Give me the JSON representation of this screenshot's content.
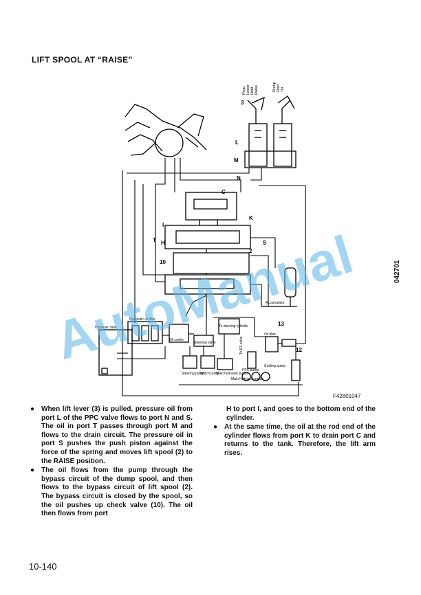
{
  "page": {
    "title": "LIFT SPOOL AT “RAISE”",
    "page_number": "10-140",
    "side_code": "042701",
    "figure_code": "F42801047",
    "watermark": "AutoManual"
  },
  "diagram": {
    "callouts": {
      "lever_3": "3",
      "L": "L",
      "M": "M",
      "N": "N",
      "C": "C",
      "K": "K",
      "T": "T",
      "H": "H",
      "I": "I",
      "S": "S",
      "spool_2": "2",
      "valve_10": "10",
      "n13": "13",
      "n12": "12"
    },
    "lever_positions_left": [
      "Float",
      "Lower",
      "Hold",
      "Raise"
    ],
    "lever_positions_right": [
      "Dump",
      "Hold",
      "Tilt"
    ],
    "labels": {
      "accumulator": "Accumulator",
      "hydraulic_tank": "Hydraulic tank",
      "hydraulic_oil_filter": "Hydraulic oil filter",
      "oil_cooler": "Oil cooler",
      "oil_filter": "Oil filter",
      "steering_valve": "Steering valve",
      "to_steering_cylinder": "To steering cylinder",
      "to_es_valve": "To ES valve",
      "ppc_pump": "PPC pump",
      "cooling_pump": "Cooling pump",
      "steering_pump": "Steering pump",
      "switch_pump": "Switch pump",
      "main_hydraulic_pump": "Main hydraulic pump",
      "main_hydraulic_pump_2": "Main hydraulic pump"
    }
  },
  "text": {
    "left": [
      {
        "bullet": "●",
        "text": "When lift lever (3) is pulled, pressure oil from port L of the PPC valve flows to port N and S. The oil in port T passes through port M and flows to the drain circuit. The pressure oil in port S pushes the push piston against the force of the spring and moves lift spool (2) to the RAISE position."
      },
      {
        "bullet": "●",
        "text": "The oil flows from the pump through the bypass circuit of the dump spool, and then flows to the bypass circuit of lift spool (2). The bypass circuit is closed by the spool, so the oil pushes up check valve (10). The oil then flows from port"
      }
    ],
    "right": [
      {
        "bullet": "",
        "text": "H to port I, and goes to the bottom end of the cylinder."
      },
      {
        "bullet": "●",
        "text": "At the same time, the oil at the rod end of the cylinder flows from port K to drain port C and returns to the tank. Therefore, the lift arm rises."
      }
    ]
  }
}
